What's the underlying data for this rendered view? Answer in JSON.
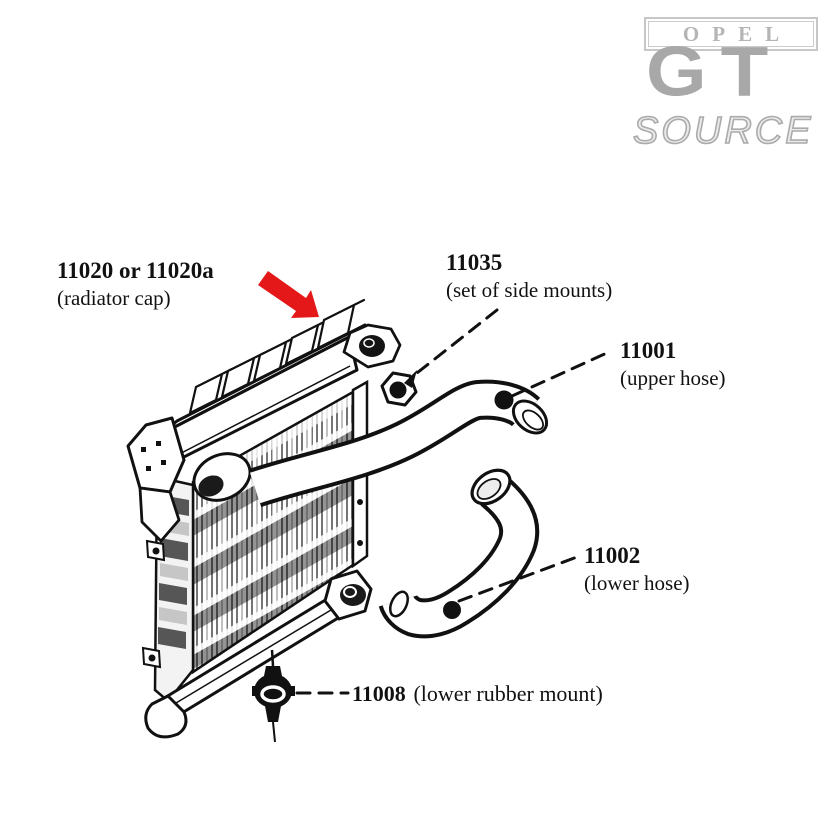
{
  "logo": {
    "box_text": "OPEL",
    "main_text": "GT",
    "sub_text": "SOURCE"
  },
  "parts": [
    {
      "number": "11020 or 11020a",
      "name": "(radiator cap)"
    },
    {
      "number": "11035",
      "name": "(set of side mounts)"
    },
    {
      "number": "11001",
      "name": "(upper hose)"
    },
    {
      "number": "11002",
      "name": "(lower hose)"
    },
    {
      "number": "11008",
      "name": "(lower rubber mount)"
    }
  ],
  "colors": {
    "pointer_red": "#e41818",
    "line_black": "#111111",
    "logo_gray": "#a8a8a8"
  }
}
